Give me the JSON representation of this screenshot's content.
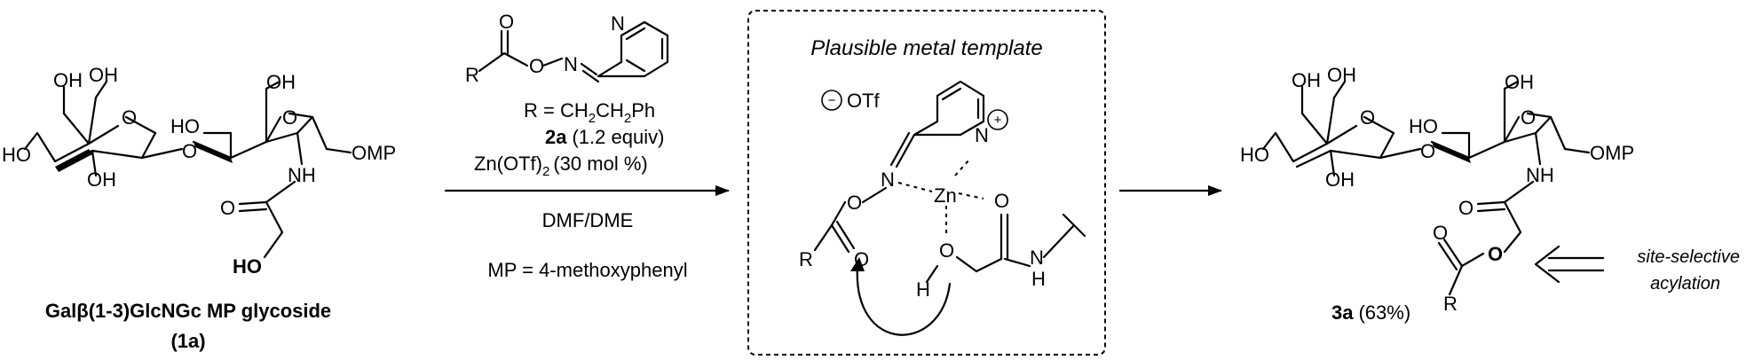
{
  "reagent": {
    "n_label": "N",
    "o_label": "O",
    "r_label": "R",
    "r_definition": "R = CH",
    "r_def_sub1": "2",
    "r_def_mid": "CH",
    "r_def_sub2": "2",
    "r_def_end": "Ph",
    "compound_id": "2a",
    "equiv": "(1.2 equiv)",
    "catalyst": "Zn(OTf)",
    "catalyst_sub": "2",
    "catalyst_loading": "(30 mol %)",
    "solvent": "DMF/DME",
    "mp_definition": "MP = 4-methoxyphenyl"
  },
  "starting_material": {
    "name": "Galβ(1-3)GlcNGc MP glycoside",
    "id": "(1a)",
    "labels": {
      "oh": "OH",
      "ho": "HO",
      "o": "O",
      "nh": "NH",
      "omp": "OMP",
      "ho_bold": "HO"
    }
  },
  "template_box": {
    "title": "Plausible metal template",
    "counterion": "OTf",
    "minus": "−",
    "plus": "+",
    "zn": "Zn",
    "n": "N",
    "o": "O",
    "h": "H",
    "r": "R"
  },
  "product": {
    "id": "3a",
    "yield": "(63%)",
    "annotation_line1": "site-selective",
    "annotation_line2": "acylation",
    "labels": {
      "oh": "OH",
      "ho": "HO",
      "o": "O",
      "nh": "NH",
      "omp": "OMP",
      "r": "R"
    }
  }
}
